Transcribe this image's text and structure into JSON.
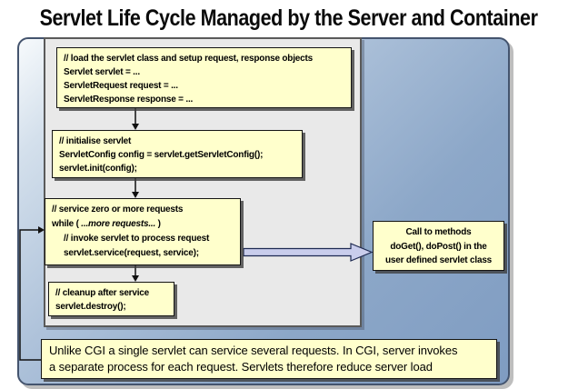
{
  "title": "Servlet Life Cycle Managed by the Server and Container",
  "colors": {
    "box_fill": "#FFFFCC",
    "panel_fill": "#E9E9E9",
    "container_blue": "#8CA7C8",
    "block_arrow_fill": "#C9CDEC",
    "text": "#000000"
  },
  "flow": {
    "load": {
      "lines": [
        "// load the servlet class and setup request, response objects",
        "Servlet servlet = ...",
        "ServletRequest request = ...",
        "ServletResponse response = ..."
      ]
    },
    "init": {
      "lines": [
        "// initialise servlet",
        "ServletConfig config = servlet.getServletConfig();",
        "servlet.init(config);"
      ]
    },
    "service": {
      "line1": "// service zero or more requests",
      "while_prefix": "while ( ",
      "while_italic": "...more requests...",
      "while_suffix": " )",
      "line3": "// invoke servlet to process request",
      "line4": "servlet.service(request, service);"
    },
    "cleanup": {
      "lines": [
        "// cleanup after service",
        "servlet.destroy();"
      ]
    },
    "callout": {
      "lines": [
        "Call to methods",
        "doGet(), doPost() in the",
        "user defined servlet class"
      ]
    },
    "note": {
      "lines": [
        "Unlike CGI a single servlet can service several requests. In CGI, server invokes",
        "a separate process for each request. Servlets therefore reduce server load"
      ]
    }
  }
}
